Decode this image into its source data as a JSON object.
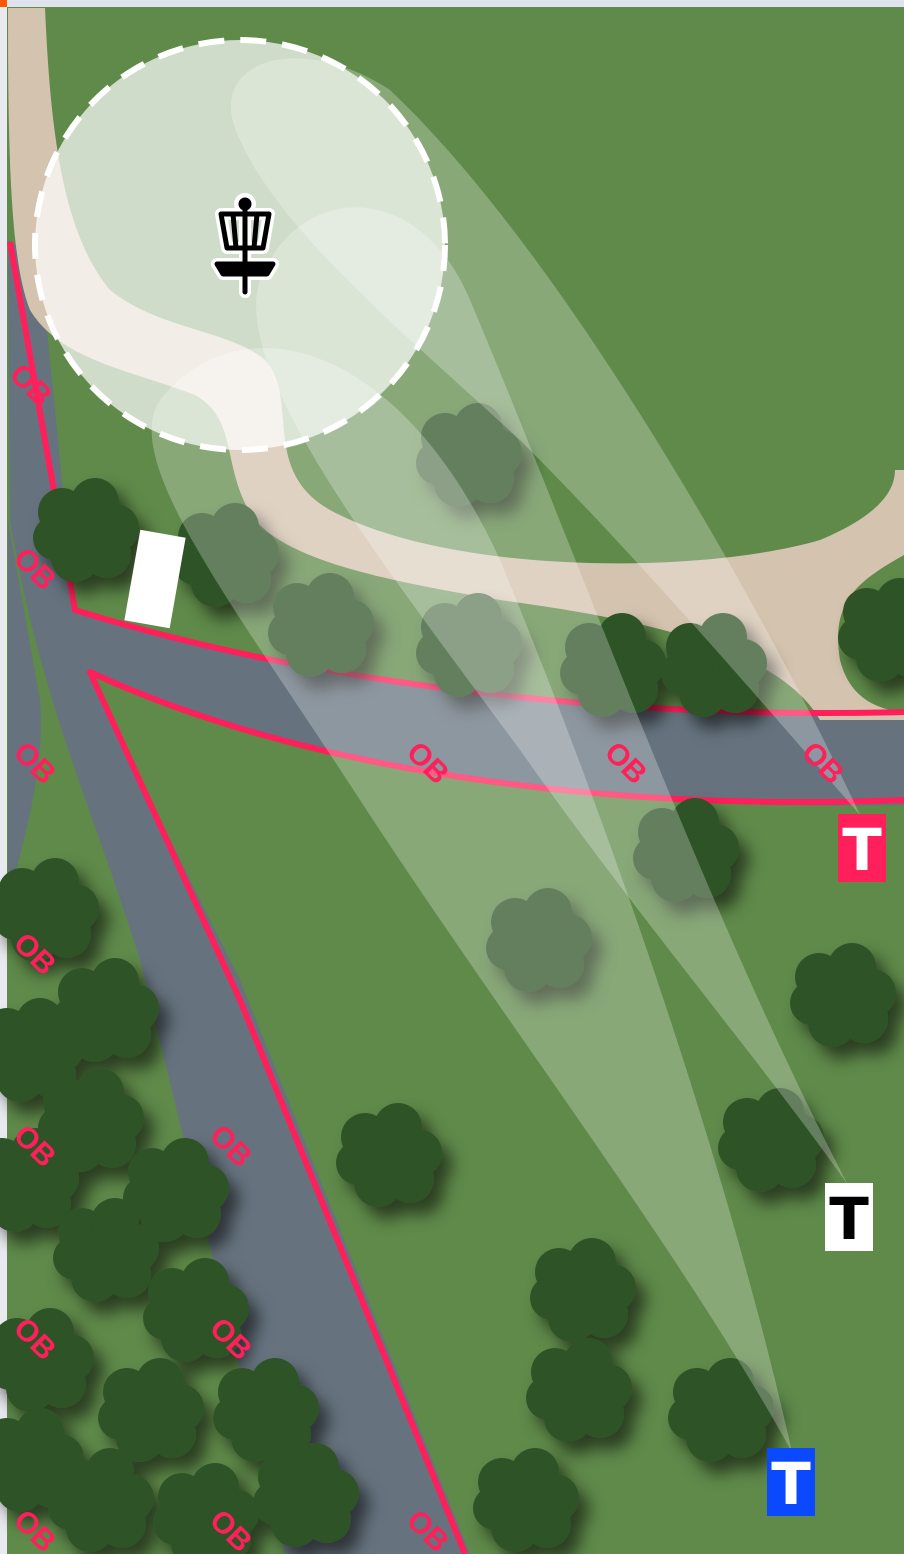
{
  "map": {
    "ob_label": "OB",
    "tee_label": "T",
    "colors": {
      "grass": "#5f8a4a",
      "road": "#66737e",
      "path": "#d4c3ae",
      "ob_line": "#ff1f5a",
      "tree": "#2f5226",
      "landing_zone": "#f0f0f0",
      "tee_red": "#ff1f5a",
      "tee_white": "#ffffff",
      "tee_blue": "#0b49ff",
      "top_bar": "#dfe3ee",
      "corner_accent": "#ff5500"
    },
    "tees": [
      {
        "name": "red-tee",
        "color": "#ff1f5a",
        "text_color": "#ffffff"
      },
      {
        "name": "white-tee",
        "color": "#ffffff",
        "text_color": "#000000"
      },
      {
        "name": "blue-tee",
        "color": "#0b49ff",
        "text_color": "#ffffff"
      }
    ],
    "icons": {
      "basket": "disc-golf-basket-icon",
      "tee": "tee-marker-icon",
      "tree": "tree-icon"
    }
  }
}
